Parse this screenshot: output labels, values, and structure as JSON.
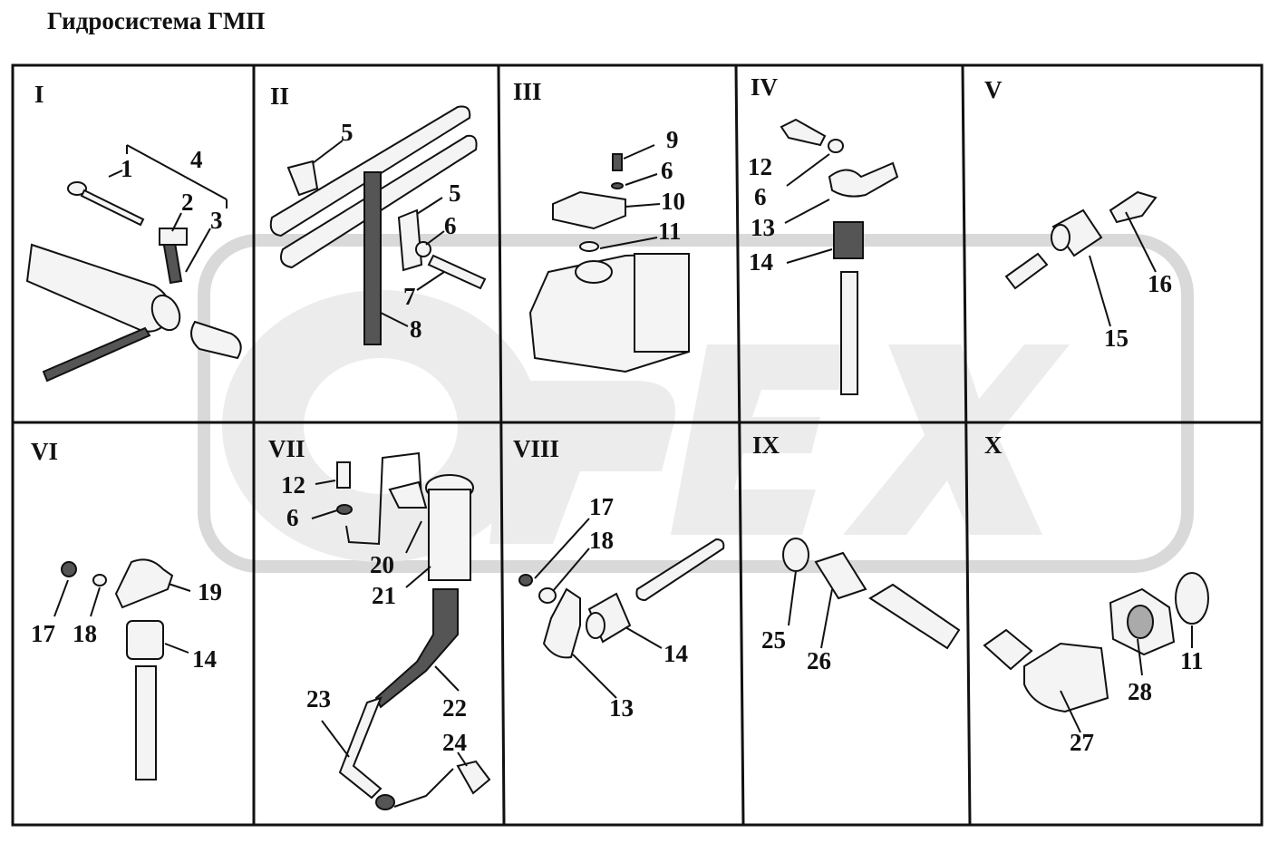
{
  "title": "Гидросистема ГМП",
  "watermark": {
    "text": "OPEX",
    "color": "#d9d9d9"
  },
  "panels": [
    {
      "roman": "I",
      "callouts": [
        "1",
        "2",
        "3",
        "4"
      ]
    },
    {
      "roman": "II",
      "callouts": [
        "5",
        "5",
        "6",
        "7",
        "8"
      ]
    },
    {
      "roman": "III",
      "callouts": [
        "9",
        "6",
        "10",
        "11"
      ]
    },
    {
      "roman": "IV",
      "callouts": [
        "12",
        "6",
        "13",
        "14"
      ]
    },
    {
      "roman": "V",
      "callouts": [
        "15",
        "16"
      ]
    },
    {
      "roman": "VI",
      "callouts": [
        "17",
        "18",
        "19",
        "14"
      ]
    },
    {
      "roman": "VII",
      "callouts": [
        "12",
        "6",
        "20",
        "21",
        "22",
        "23",
        "24"
      ]
    },
    {
      "roman": "VIII",
      "callouts": [
        "17",
        "18",
        "14",
        "13"
      ]
    },
    {
      "roman": "IX",
      "callouts": [
        "25",
        "26"
      ]
    },
    {
      "roman": "X",
      "callouts": [
        "27",
        "28",
        "11"
      ]
    }
  ]
}
